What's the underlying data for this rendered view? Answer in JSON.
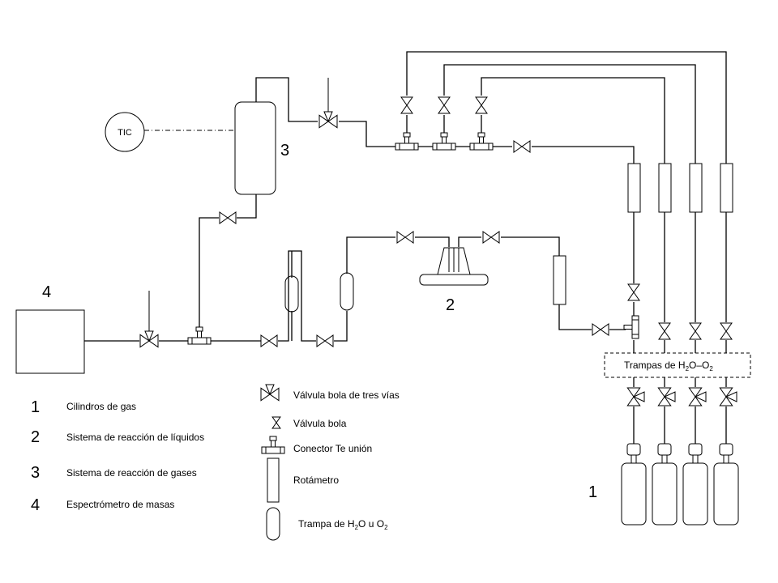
{
  "tic_label": "TIC",
  "component_numbers": [
    "1",
    "2",
    "3",
    "4"
  ],
  "traps_label": {
    "main": "Trampas de H",
    "sub1": "2",
    "mid": "O–O",
    "sub2": "2"
  },
  "numbered_legend": [
    {
      "num": "1",
      "text": "Cilindros de gas"
    },
    {
      "num": "2",
      "text": "Sistema de reacción de líquidos"
    },
    {
      "num": "3",
      "text": "Sistema de reacción de gases"
    },
    {
      "num": "4",
      "text": "Espectrómetro de masas"
    }
  ],
  "symbol_legend": {
    "three_way": "Válvula bola de tres vías",
    "ball": "Válvula bola",
    "tee": "Conector Te unión",
    "rotameter": "Rotámetro",
    "trap": {
      "main": "Trampa de H",
      "sub1": "2",
      "mid": "O u O",
      "sub2": "2"
    }
  }
}
